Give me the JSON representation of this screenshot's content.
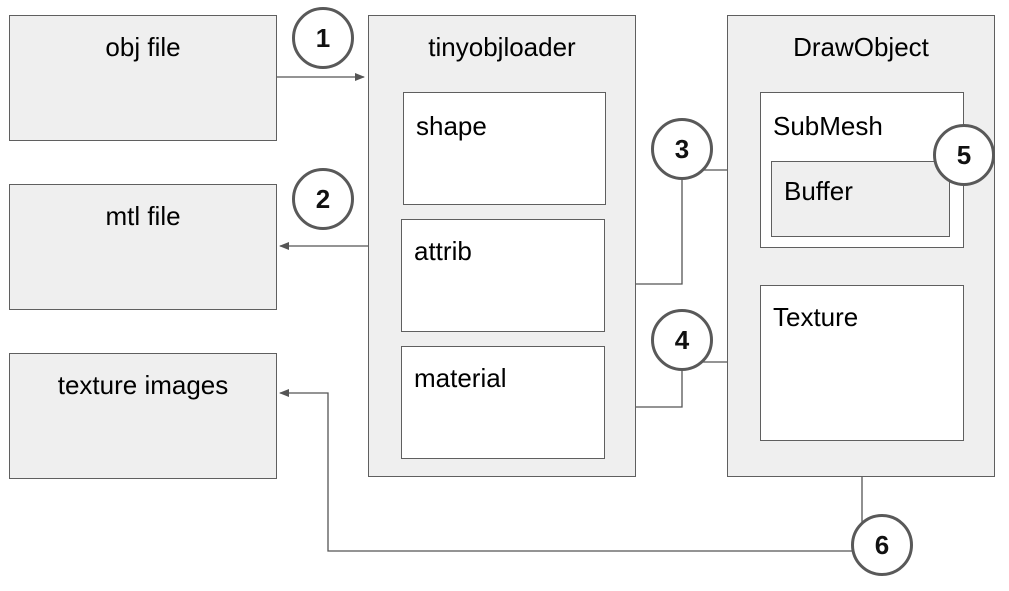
{
  "sources": {
    "obj": "obj file",
    "mtl": "mtl file",
    "textures": "texture images"
  },
  "loader": {
    "title": "tinyobjloader",
    "shape": "shape",
    "attrib": "attrib",
    "material": "material"
  },
  "draw": {
    "title": "DrawObject",
    "submesh": "SubMesh",
    "buffer": "Buffer",
    "texture": "Texture"
  },
  "steps": [
    "1",
    "2",
    "3",
    "4",
    "5",
    "6"
  ],
  "colors": {
    "box_fill": "#efefef",
    "border": "#5f5f5f",
    "line": "#555555"
  }
}
